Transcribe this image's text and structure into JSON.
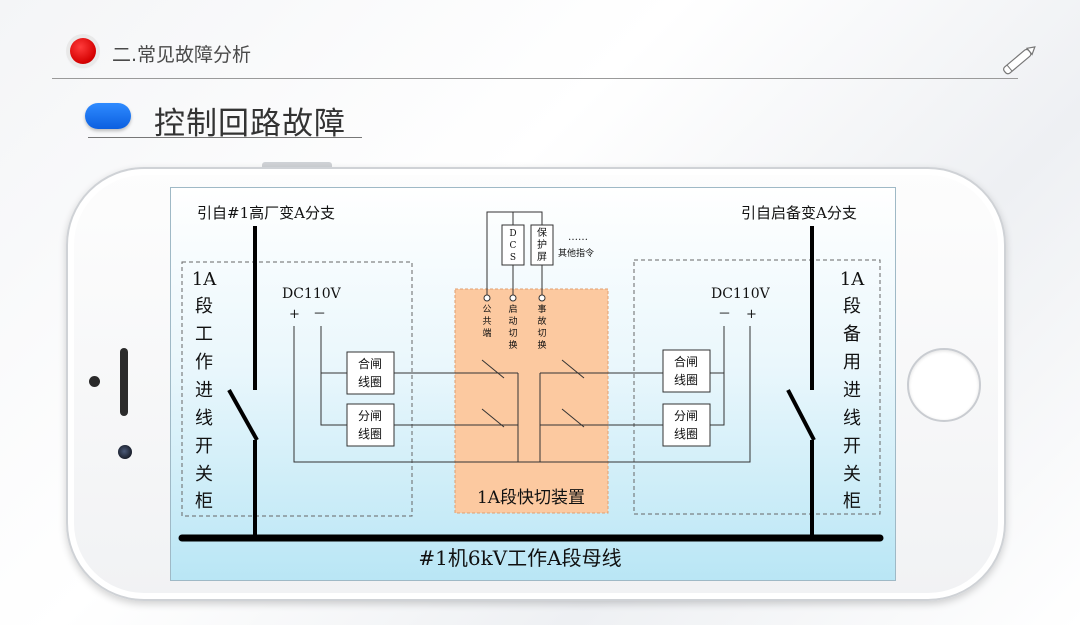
{
  "header": {
    "section_title": "二.常见故障分析",
    "subtitle": "控制回路故障"
  },
  "diagram": {
    "left_source": "引自#1高厂变A分支",
    "right_source": "引自启备变A分支",
    "left_cabinet": [
      "1A",
      "段",
      "工",
      "作",
      "进",
      "线",
      "开",
      "关",
      "柜"
    ],
    "right_cabinet": [
      "1A",
      "段",
      "备",
      "用",
      "进",
      "线",
      "开",
      "关",
      "柜"
    ],
    "dc_left": "DC110V",
    "dc_right": "DC110V",
    "plus": "+",
    "minus": "－",
    "close_coil": [
      "合闸",
      "线圈"
    ],
    "open_coil": [
      "分闸",
      "线圈"
    ],
    "dcs_box": [
      "D",
      "C",
      "S"
    ],
    "protect_box": [
      "保",
      "护",
      "屏"
    ],
    "other_dots": "……",
    "other_cmd": "其他指令",
    "term_common": [
      "公",
      "共",
      "端"
    ],
    "term_start": [
      "启",
      "动",
      "切",
      "换"
    ],
    "term_fault": [
      "事",
      "故",
      "切",
      "换"
    ],
    "device_label": "1A段快切装置",
    "bus_label": "#1机6kV工作A段母线"
  },
  "colors": {
    "device_fill": "#fcc9a0",
    "bus": "#000000",
    "accent_red": "#d40000",
    "accent_blue": "#0b5fe0"
  }
}
